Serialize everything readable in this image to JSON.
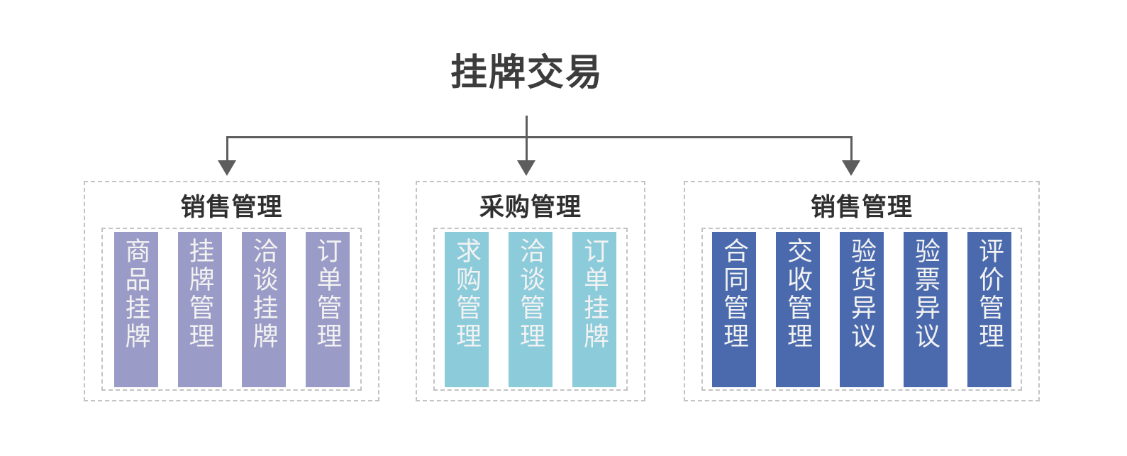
{
  "diagram": {
    "root": {
      "title": "挂牌交易"
    },
    "palette": {
      "purple": "#9a9bc6",
      "teal": "#8ccbda",
      "blue": "#4a6aad",
      "connector": "#5d5d5d",
      "dashed_border": "#c3c3c3",
      "title_text": "#3c3c3c",
      "card_text": "#f2f2f2",
      "background": "#ffffff"
    },
    "groups": [
      {
        "title": "销售管理",
        "color": "#9a9bc6",
        "cards": [
          {
            "label": "商品挂牌"
          },
          {
            "label": "挂牌管理"
          },
          {
            "label": "洽谈挂牌"
          },
          {
            "label": "订单管理"
          }
        ]
      },
      {
        "title": "采购管理",
        "color": "#8ccbda",
        "cards": [
          {
            "label": "求购管理"
          },
          {
            "label": "洽谈管理"
          },
          {
            "label": "订单挂牌"
          }
        ]
      },
      {
        "title": "销售管理",
        "color": "#4a6aad",
        "cards": [
          {
            "label": "合同管理"
          },
          {
            "label": "交收管理"
          },
          {
            "label": "验货异议"
          },
          {
            "label": "验票异议"
          },
          {
            "label": "评价管理"
          }
        ]
      }
    ]
  }
}
